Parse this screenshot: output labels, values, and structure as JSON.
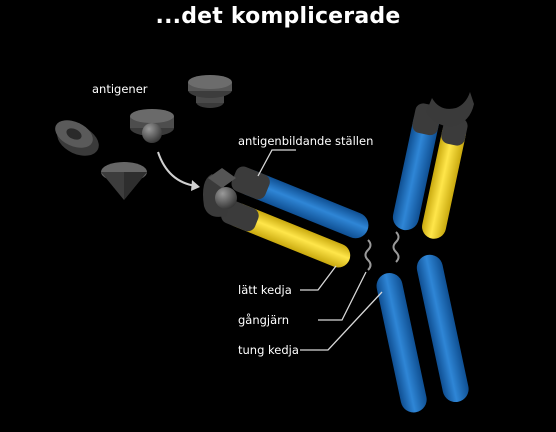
{
  "title": "...det komplicerade",
  "labels": {
    "antigens": "antigener",
    "binding_sites": "antigenbildande ställen",
    "light_chain": "lätt kedja",
    "hinge": "gångjärn",
    "heavy_chain": "tung kedja"
  },
  "colors": {
    "background": "#000000",
    "heavy_chain": "#1f74c4",
    "light_chain": "#f1d52b",
    "antigen": "#4a4a4a",
    "hinge": "#9a9a9a"
  }
}
